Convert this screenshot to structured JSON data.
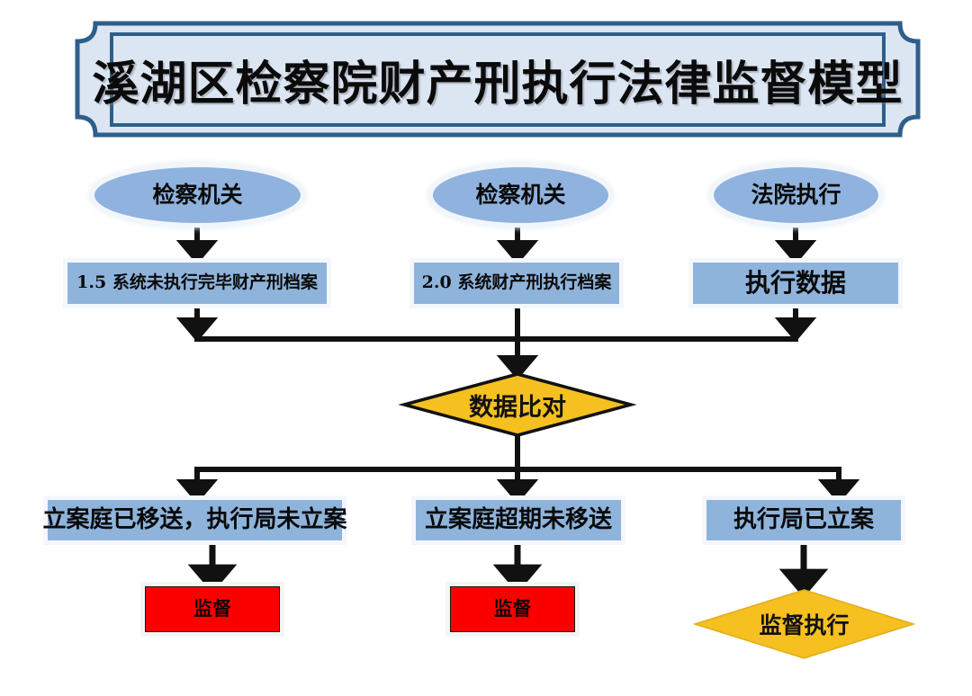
{
  "banner": {
    "title": "溪湖区检察院财产刑执行法律监督模型",
    "fill": "#dce6f2",
    "border": "#2e5f8a"
  },
  "palette": {
    "node_blue": "#8fb4dc",
    "ellipse_blue": "#8fb3de",
    "diamond_yellow": "#f5c020",
    "alert_red": "#fc0000",
    "connector_black": "#111111"
  },
  "flow": {
    "sources": [
      {
        "id": "source-1",
        "label": "检察机关"
      },
      {
        "id": "source-2",
        "label": "检察机关"
      },
      {
        "id": "source-3",
        "label": "法院执行"
      }
    ],
    "datasets": [
      {
        "id": "dataset-1",
        "label": "1.5 系统未执行完毕财产刑档案"
      },
      {
        "id": "dataset-2",
        "label": "2.0 系统财产刑执行档案"
      },
      {
        "id": "dataset-3",
        "label": "执行数据"
      }
    ],
    "compare": {
      "id": "compare",
      "label": "数据比对"
    },
    "results": [
      {
        "id": "result-1",
        "label": "立案庭已移送，执行局未立案"
      },
      {
        "id": "result-2",
        "label": "立案庭超期未移送"
      },
      {
        "id": "result-3",
        "label": "执行局已立案"
      }
    ],
    "actions": [
      {
        "id": "action-1",
        "label": "监督",
        "shape": "rect",
        "color": "#fc0000"
      },
      {
        "id": "action-2",
        "label": "监督",
        "shape": "rect",
        "color": "#fc0000"
      },
      {
        "id": "action-3",
        "label": "监督执行",
        "shape": "diamond",
        "color": "#f5c020"
      }
    ]
  }
}
